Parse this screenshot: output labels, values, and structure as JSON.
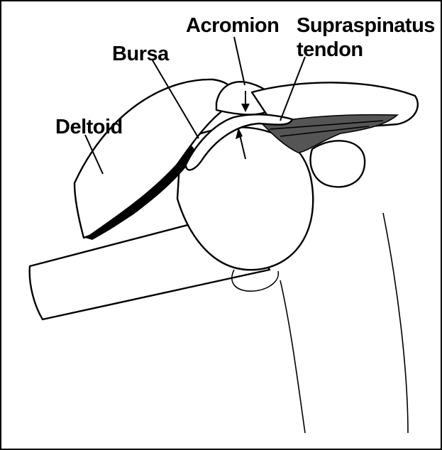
{
  "labels": {
    "acromion": "Acromion",
    "supraspinatus_line1": "Supraspinatus",
    "supraspinatus_line2": "tendon",
    "bursa": "Bursa",
    "deltoid": "Deltoid"
  },
  "colors": {
    "ink": "#000000",
    "background": "#ffffff",
    "tendon_shading": "#555555"
  }
}
